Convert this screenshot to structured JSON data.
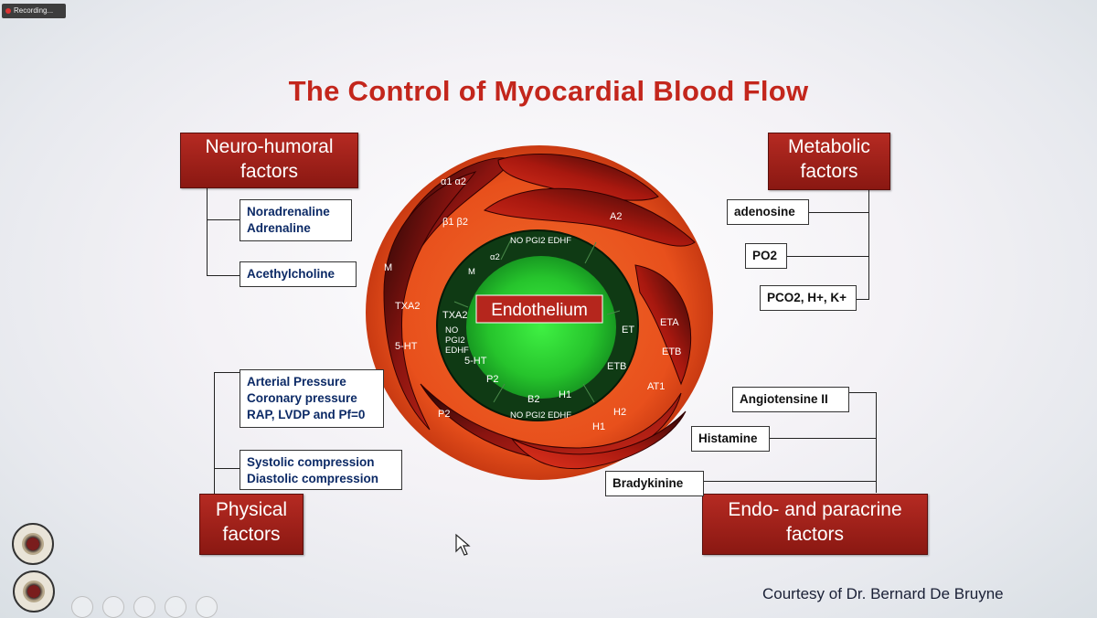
{
  "recording": {
    "label": "Recording..."
  },
  "title": "The Control of Myocardial Blood Flow",
  "center_label": "Endothelium",
  "groups": {
    "neuro": {
      "line1": "Neuro-humoral",
      "line2": "factors"
    },
    "metabolic": {
      "line1": "Metabolic",
      "line2": "factors"
    },
    "physical": {
      "line1": "Physical",
      "line2": "factors"
    },
    "endo": {
      "line1": "Endo- and paracrine",
      "line2": "factors"
    }
  },
  "items": {
    "noradrenaline": "Noradrenaline",
    "adrenaline": "Adrenaline",
    "acetylcholine": "Acethylcholine",
    "adenosine": "adenosine",
    "po2": "PO2",
    "pco2": "PCO2, H+, K+",
    "arterial": "Arterial Pressure",
    "coronary": "Coronary pressure",
    "rap": "RAP, LVDP and  Pf=0",
    "systolic": "Systolic compression",
    "diastolic": "Diastolic compression",
    "angiotensine": "Angiotensine II",
    "histamine": "Histamine",
    "bradykinine": "Bradykinine"
  },
  "receptors": {
    "alpha12": "α1 α2",
    "beta12": "β1 β2",
    "a2": "A2",
    "m_outer": "M",
    "txa2_outer": "TXA2",
    "ht5_outer": "5-HT",
    "p2_outer": "P2",
    "eta": "ETA",
    "etb": "ETB",
    "at1": "AT1",
    "h2": "H2",
    "h1_outer": "H1",
    "no_top": "NO  PGI2  EDHF",
    "alpha2_inner": "α2",
    "m_inner": "M",
    "txa2_inner": "TXA2",
    "no_left": "NO",
    "pgi2_left": "PGI2",
    "edhf_left": "EDHF",
    "ht5_inner": "5-HT",
    "p2_inner": "P2",
    "b2": "B2",
    "h1_inner": "H1",
    "no_bottom": "NO  PGI2  EDHF",
    "et_inner": "ET",
    "etb_inner": "ETB"
  },
  "courtesy": "Courtesy of Dr. Bernard De Bruyne"
}
